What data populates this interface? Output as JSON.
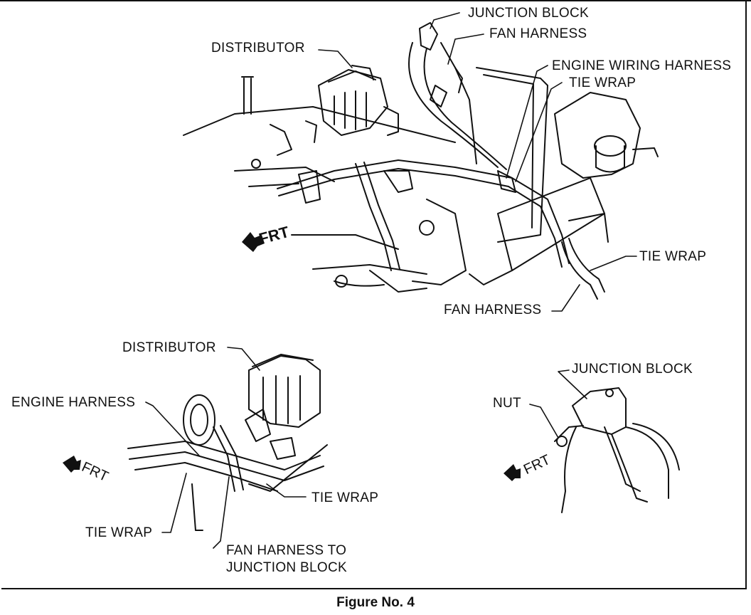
{
  "figure": {
    "caption": "Figure No. 4"
  },
  "main_view": {
    "labels": {
      "junction_block": "JUNCTION BLOCK",
      "fan_harness_top": "FAN HARNESS",
      "distributor": "DISTRIBUTOR",
      "engine_wiring_harness": "ENGINE WIRING HARNESS",
      "tie_wrap_top": "TIE WRAP",
      "tie_wrap_right": "TIE WRAP",
      "fan_harness_bottom": "FAN HARNESS",
      "frt": "FRT"
    }
  },
  "detail_left": {
    "labels": {
      "distributor": "DISTRIBUTOR",
      "engine_harness": "ENGINE HARNESS",
      "tie_wrap_right": "TIE WRAP",
      "tie_wrap_left": "TIE WRAP",
      "fan_harness_to_junction_line1": "FAN HARNESS TO",
      "fan_harness_to_junction_line2": "JUNCTION BLOCK",
      "frt": "FRT"
    }
  },
  "detail_right": {
    "labels": {
      "junction_block": "JUNCTION BLOCK",
      "nut": "NUT",
      "frt": "FRT"
    }
  }
}
